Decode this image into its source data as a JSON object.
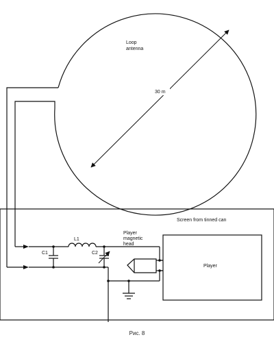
{
  "antenna": {
    "label_line1": "Loop",
    "label_line2": "antenna",
    "dimension": "30 m"
  },
  "shield": {
    "label": "Screen from tinned can"
  },
  "components": {
    "l1": "L1",
    "c1": "C1",
    "c2": "C2",
    "head_line1": "Player",
    "head_line2": "magnetic",
    "head_line3": "head",
    "player": "Player"
  },
  "caption": "Рис. 8"
}
